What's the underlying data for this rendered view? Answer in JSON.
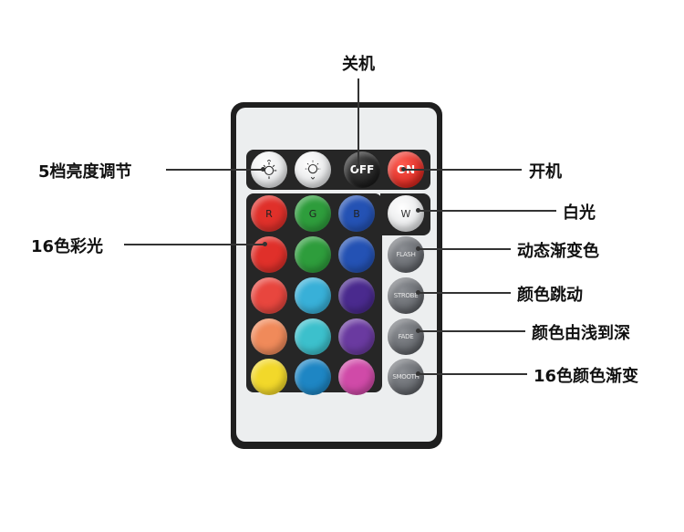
{
  "callouts": {
    "power_off": "关机",
    "brightness": "5档亮度调节",
    "power_on": "开机",
    "white_light": "白光",
    "color_16": "16色彩光",
    "flash_mode": "动态渐变色",
    "strobe_mode": "颜色跳动",
    "fade_mode": "颜色由浅到深",
    "smooth_mode": "16色颜色渐变"
  },
  "buttons": {
    "off": "OFF",
    "on": "ON",
    "red": "R",
    "green": "G",
    "blue": "B",
    "white": "W",
    "flash": "FLASH",
    "strobe": "STROBE",
    "fade": "FADE",
    "smooth": "SMOOTH"
  },
  "icons": {
    "brightness_up": "sun-up-icon",
    "brightness_down": "sun-down-icon"
  },
  "colors": {
    "row1": [
      "#e0302a",
      "#2e9d3c",
      "#2452b4"
    ],
    "row2": [
      "#e8463e",
      "#38b0d8",
      "#4a2a8e"
    ],
    "row3": [
      "#f08a5a",
      "#3cc0cc",
      "#6a3aa0"
    ],
    "row4": [
      "#f2d82a",
      "#1e86c4",
      "#d04aa8"
    ]
  }
}
